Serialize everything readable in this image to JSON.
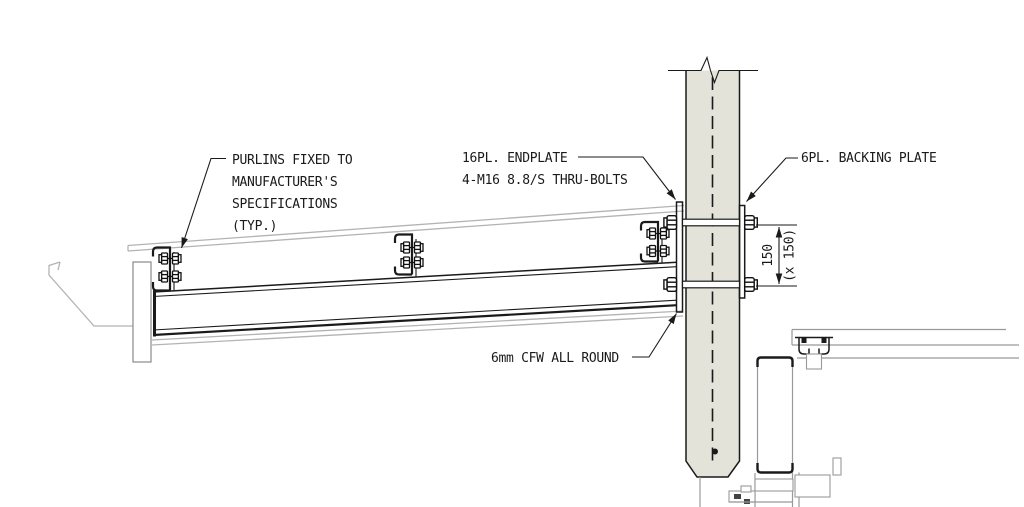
{
  "labels": {
    "purlin_note": [
      "PURLINS FIXED TO",
      "MANUFACTURER'S",
      "SPECIFICATIONS",
      "(TYP.)"
    ],
    "endplate_note": [
      "16PL. ENDPLATE",
      "4-M16 8.8/S THRU-BOLTS"
    ],
    "backing_plate_note": "6PL. BACKING PLATE",
    "weld_note": "6mm CFW ALL ROUND",
    "dimension": {
      "value": "150",
      "multiplier": "(x 150)"
    }
  },
  "colors": {
    "line": "#1a1a1a",
    "light_gray": "#b3b3b3",
    "mid_gray": "#999999",
    "column_fill": "#e3e3da",
    "background": "#ffffff"
  }
}
